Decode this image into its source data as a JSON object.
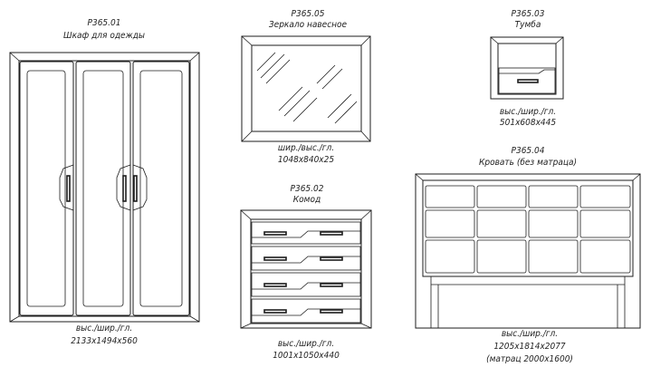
{
  "items": {
    "wardrobe": {
      "code": "Р365.01",
      "name": "Шкаф для одежды",
      "dims_label": "выс./шир./гл.",
      "dims": "2133х1494х560"
    },
    "mirror": {
      "code": "Р365.05",
      "name": "Зеркало навесное",
      "dims_label": "шир./выс./гл.",
      "dims": "1048х840х25"
    },
    "nightstand": {
      "code": "Р365.03",
      "name": "Тумба",
      "dims_label": "выс./шир./гл.",
      "dims": "501х608х445"
    },
    "dresser": {
      "code": "Р365.02",
      "name": "Комод",
      "dims_label": "выс./шир./гл.",
      "dims": "1001х1050х440"
    },
    "bed": {
      "code": "Р365.04",
      "name": "Кровать (без матраца)",
      "dims_label": "выс./шир./гл.",
      "dims": "1205х1814х2077",
      "note": "(матрац 2000х1600)"
    }
  }
}
